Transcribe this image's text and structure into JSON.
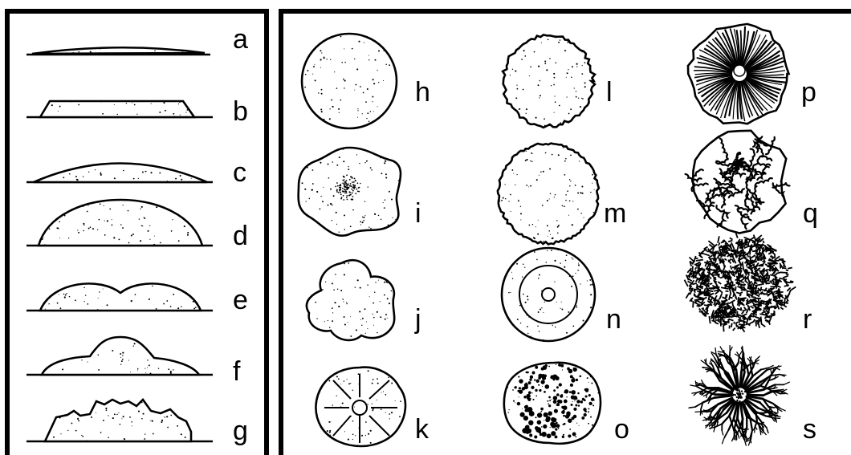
{
  "colors": {
    "ink": "#000000",
    "paper": "#ffffff"
  },
  "elevation_panel": {
    "labels": [
      "a",
      "b",
      "c",
      "d",
      "e",
      "f",
      "g"
    ]
  },
  "form_panel": {
    "labels": [
      "h",
      "i",
      "j",
      "k",
      "l",
      "m",
      "n",
      "o",
      "p",
      "q",
      "r",
      "s"
    ]
  }
}
